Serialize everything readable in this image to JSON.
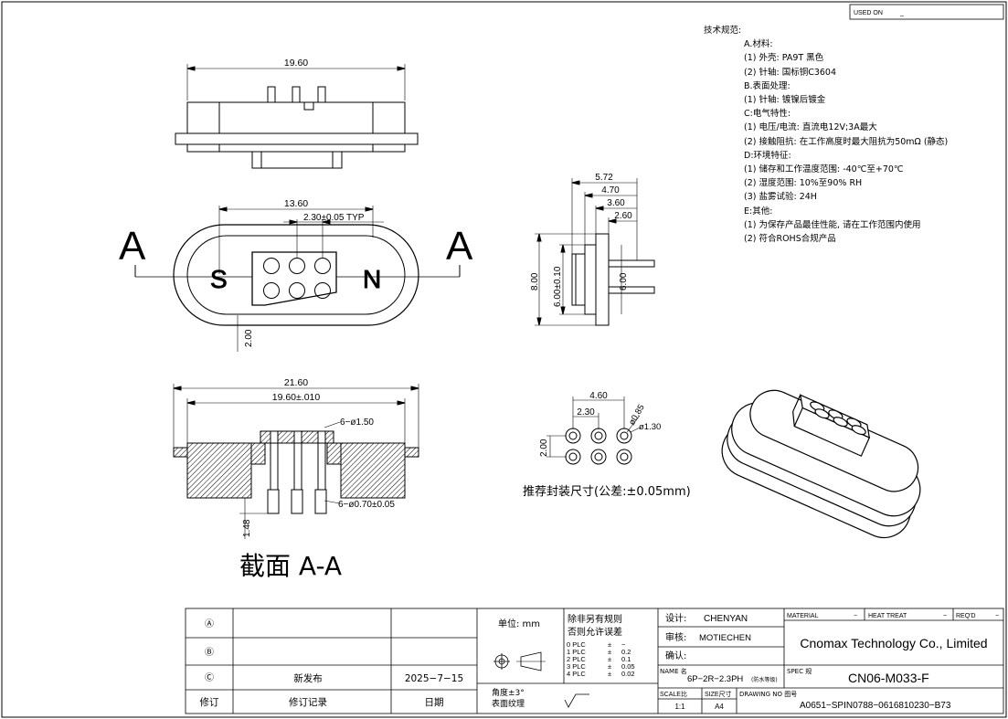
{
  "used_on": "USED ON",
  "spec": {
    "title": "技术规范:",
    "lines": [
      "A.材料:",
      "(1) 外壳: PA9T 黑色",
      "(2) 针轴: 国标铜C3604",
      "B.表面处理:",
      "(1) 针轴: 镀镍后镀金",
      "C:电气特性:",
      "(1) 电压/电流: 直流电12V;3A最大",
      "(2) 接触阻抗: 在工作高度时最大阻抗为50mΩ (静态)",
      "D:环境特征:",
      "(1) 储存和工作温度范围: -40℃至+70℃",
      "(2) 湿度范围: 10%至90% RH",
      "(3) 盐雾试验: 24H",
      "E:其他:",
      "(1) 为保存产品最佳性能, 请在工作范围内使用",
      "(2) 符合ROHS合规产品"
    ]
  },
  "dims": {
    "top_width": "19.60",
    "front_136": "13.60",
    "pitch": "2.30±0.05 TYP",
    "section_mark": "A",
    "pole_s": "S",
    "pole_n": "N",
    "front_200": "2.00",
    "side_572": "5.72",
    "side_470": "4.70",
    "side_360": "3.60",
    "side_260": "2.60",
    "side_800": "8.00",
    "side_600_tol": "6.00±0.10",
    "side_600": "6.00",
    "sec_2160": "21.60",
    "sec_1960": "19.60±.010",
    "sec_pin_dia": "6−ø1.50",
    "sec_tail_dia": "6−ø0.70±0.05",
    "sec_148": "1.48",
    "section_title": "截面  A-A",
    "pad_460": "4.60",
    "pad_230": "2.30",
    "pad_085": "ø0.85",
    "pad_130": "ø1.30",
    "pad_200": "2.00",
    "pad_caption": "推荐封装尺寸(公差:±0.05mm)"
  },
  "title_block": {
    "rev_a": "Ⓐ",
    "rev_b": "Ⓑ",
    "rev_c": "Ⓒ",
    "new_release": "新发布",
    "release_date": "2025−7−15",
    "col_rev": "修订",
    "col_record": "修订记录",
    "col_date": "日期",
    "unit": "单位: mm",
    "tol_head1": "除非另有规则",
    "tol_head2": "否则允许误差",
    "tol_rows": [
      [
        "0 PLC",
        "±",
        "−"
      ],
      [
        "1 PLC",
        "±",
        "0.2"
      ],
      [
        "2 PLC",
        "±",
        "0.1"
      ],
      [
        "3 PLC",
        "±",
        "0.05"
      ],
      [
        "4 PLC",
        "±",
        "0.02"
      ]
    ],
    "angle": "角度±3°",
    "surface": "表面纹理",
    "design_label": "设计:",
    "design_value": "CHENYAN",
    "review_label": "审核:",
    "review_value": "MOTIECHEN",
    "confirm_label": "确认:",
    "name_label": "NAME 名",
    "name_value": "6P−2R−2.3PH",
    "name_suffix": "(防水等级)",
    "scale_label": "SCALE比",
    "scale_value": "1:1",
    "size_label": "SIZE尺寸",
    "size_value": "A4",
    "material_label": "MATERIAL",
    "material_value": "−",
    "heat_label": "HEAT TREAT",
    "heat_value": "−",
    "reqd_label": "REQ'D",
    "reqd_value": "−",
    "company": "Cnomax Technology Co., Limited",
    "spec_label": "SPEC 规",
    "spec_value": "CN06-M033-F",
    "drawing_label": "DRAWING NO 图号",
    "drawing_value": "A0651−SPIN0788−0616810230−B73"
  }
}
